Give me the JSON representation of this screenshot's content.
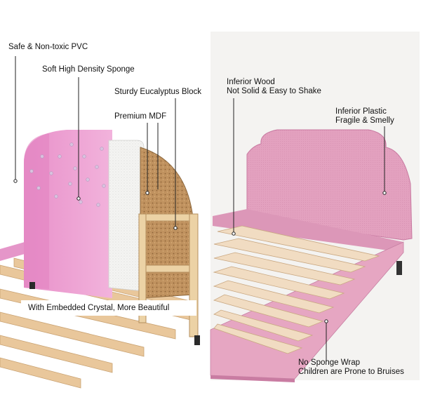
{
  "left_panel": {
    "labels": {
      "pvc": "Safe & Non-toxic PVC",
      "sponge": "Soft High Density Sponge",
      "eucalyptus": "Sturdy Eucalyptus Block",
      "mdf": "Premium MDF"
    },
    "banner": "With Embedded Crystal, More Beautiful"
  },
  "right_panel": {
    "labels": {
      "wood_line1": "Inferior Wood",
      "wood_line2": "Not Solid & Easy to Shake",
      "plastic_line1": "Inferior Plastic",
      "plastic_line2": "Fragile & Smelly",
      "sponge_line1": "No Sponge Wrap",
      "sponge_line2": "Children are Prone to Bruises"
    }
  },
  "colors": {
    "pink": "#ec9fcf",
    "pink_dark": "#d67bb6",
    "pink_fabric": "#e5a3bf",
    "wood": "#e8c79a",
    "cork": "#b98a5a",
    "background_right": "#f3f2f0"
  }
}
